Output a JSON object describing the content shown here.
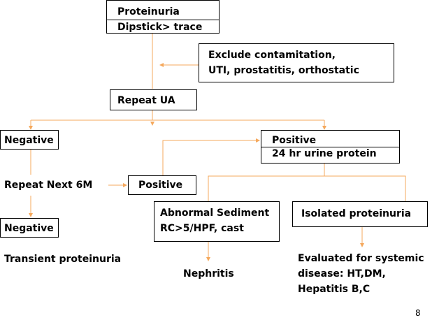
{
  "nodes": {
    "proteinuria": "Proteinuria",
    "dipstick": "Dipstick> trace",
    "exclude": "Exclude contamitation,\nUTI, prostatitis, orthostatic",
    "repeat_ua": "Repeat UA",
    "negative_1": "Negative",
    "positive_top": "Positive",
    "urine_24hr": "24 hr urine protein",
    "repeat_next": "Repeat Next 6M",
    "positive_mid": "Positive",
    "abnormal_sediment": "Abnormal Sediment\nRC>5/HPF, cast",
    "isolated": "Isolated proteinuria",
    "negative_2": "Negative",
    "transient": "Transient proteinuria",
    "nephritis": "Nephritis",
    "evaluated": "Evaluated for systemic\ndisease: HT,DM,\nHepatitis B,C"
  },
  "page_number": "8",
  "colors": {
    "connector": "#f5a85c",
    "box_border": "#000000",
    "text": "#000000"
  }
}
